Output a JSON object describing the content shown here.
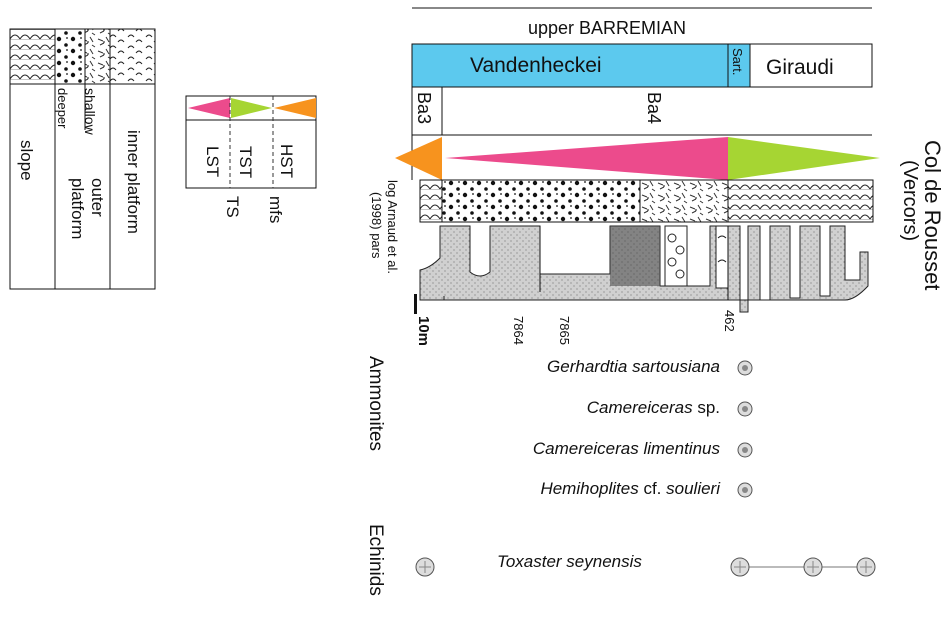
{
  "legend": {
    "facies": {
      "inner_platform": "inner platform",
      "outer_platform": "outer\nplatform",
      "shallow": "shallow",
      "deeper": "deeper",
      "slope": "slope"
    },
    "systems_tracts": {
      "lst": "LST",
      "tst": "TST",
      "hst": "HST",
      "ts": "TS",
      "mfs": "mfs"
    }
  },
  "section": {
    "stage": "upper BARREMIAN",
    "zones": [
      "Vandenheckei",
      "Sart.",
      "Giraudi"
    ],
    "sequences": [
      "Ba3",
      "Ba4"
    ],
    "location": "Col de Rousset",
    "region": "(Vercors)",
    "log_credit_line1": "log Arnaud et al.",
    "log_credit_line2": "(1998) pars",
    "scale": "10m",
    "samples": [
      "7864",
      "7865",
      "462"
    ]
  },
  "fossils": {
    "ammonites_label": "Ammonites",
    "ammonites": [
      {
        "genus": "Gerhardtia",
        "rest": "sartousiana",
        "qualifier": ""
      },
      {
        "genus": "Camereiceras",
        "rest": "",
        "qualifier": "sp."
      },
      {
        "genus": "Camereiceras",
        "rest": "limentinus",
        "qualifier": ""
      },
      {
        "genus": "Hemihoplites",
        "rest": "soulieri",
        "qualifier": "cf."
      }
    ],
    "echinids_label": "Echinids",
    "echinid": "Toxaster seynensis"
  },
  "colors": {
    "zone_blue": "#5cc9ee",
    "lst_orange": "#f7931e",
    "tst_pink": "#ec4b8c",
    "hst_green": "#a6d533"
  }
}
